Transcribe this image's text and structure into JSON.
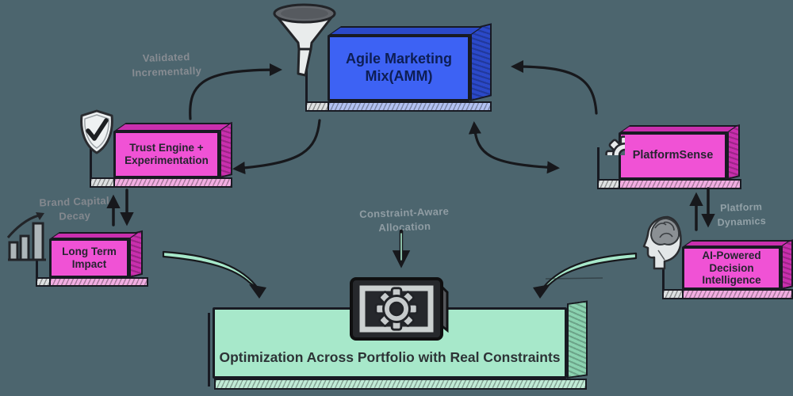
{
  "background": "#4c656e",
  "nodes": {
    "amm": {
      "label": "Agile Marketing Mix(AMM)",
      "color": "#3d62f4",
      "icon": "funnel-icon"
    },
    "trust": {
      "label": "Trust Engine + Experimentation",
      "color": "#f052d5",
      "icon": "shield-check-icon"
    },
    "platform_sense": {
      "label": "PlatformSense",
      "color": "#f052d5",
      "icon": "gear-icon"
    },
    "long_term": {
      "label": "Long Term Impact",
      "color": "#f052d5",
      "icon": "growth-chart-icon"
    },
    "ai_decision": {
      "label": "AI-Powered Decision Intelligence",
      "color": "#f052d5",
      "icon": "head-brain-icon"
    },
    "optimization": {
      "label": "Optimization Across Portfolio with Real Constraints",
      "color": "#a7e8ca",
      "icon": "framed-gear-icon"
    }
  },
  "edge_labels": {
    "validated_incrementally": "Validated Incrementally",
    "brand_capital_decay": "Brand Capital Decay",
    "constraint_aware_allocation": "Constraint-Aware Allocation",
    "platform_dynamics": "Platform Dynamics"
  }
}
